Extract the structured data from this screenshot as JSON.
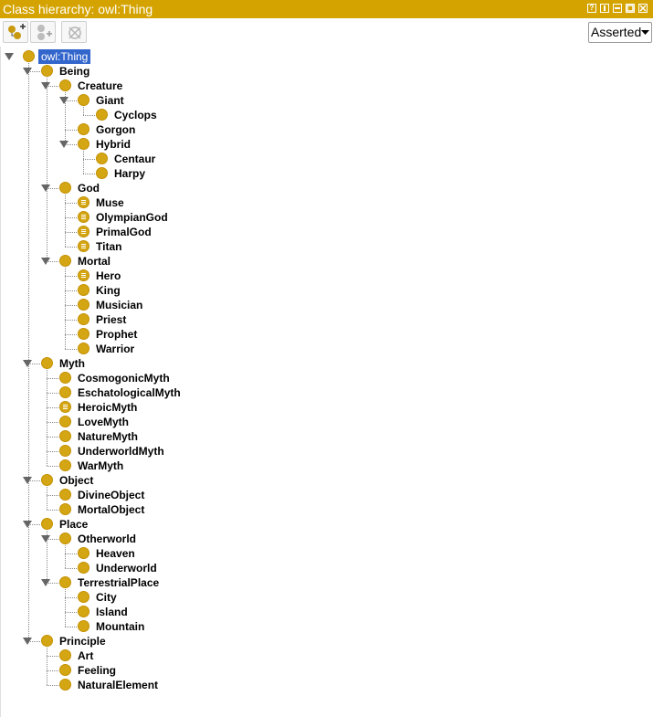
{
  "window": {
    "title": "Class hierarchy: owl:Thing",
    "buttons": [
      "help-icon",
      "split-icon",
      "minimize-icon",
      "maximize-icon",
      "close-icon"
    ]
  },
  "toolbar": {
    "add_subclass_icon": "add-subclass-icon",
    "add_sibling_icon": "add-sibling-class-icon",
    "delete_icon": "delete-class-icon",
    "mode_select": {
      "value": "Asserted"
    }
  },
  "tree": {
    "root": "owl:Thing",
    "nodes": [
      {
        "id": "owl-thing",
        "label": "owl:Thing",
        "depth": 0,
        "expanded": true,
        "selected": true,
        "defined": false
      },
      {
        "id": "being",
        "label": "Being",
        "depth": 1,
        "expanded": true,
        "defined": false
      },
      {
        "id": "creature",
        "label": "Creature",
        "depth": 2,
        "expanded": true,
        "defined": false
      },
      {
        "id": "giant",
        "label": "Giant",
        "depth": 3,
        "expanded": true,
        "defined": false
      },
      {
        "id": "cyclops",
        "label": "Cyclops",
        "depth": 4,
        "defined": false
      },
      {
        "id": "gorgon",
        "label": "Gorgon",
        "depth": 3,
        "defined": false
      },
      {
        "id": "hybrid",
        "label": "Hybrid",
        "depth": 3,
        "expanded": true,
        "defined": false
      },
      {
        "id": "centaur",
        "label": "Centaur",
        "depth": 4,
        "defined": false
      },
      {
        "id": "harpy",
        "label": "Harpy",
        "depth": 4,
        "defined": false
      },
      {
        "id": "god",
        "label": "God",
        "depth": 2,
        "expanded": true,
        "defined": false
      },
      {
        "id": "muse",
        "label": "Muse",
        "depth": 3,
        "defined": true
      },
      {
        "id": "olympiangod",
        "label": "OlympianGod",
        "depth": 3,
        "defined": true
      },
      {
        "id": "primalgod",
        "label": "PrimalGod",
        "depth": 3,
        "defined": true
      },
      {
        "id": "titan",
        "label": "Titan",
        "depth": 3,
        "defined": true
      },
      {
        "id": "mortal",
        "label": "Mortal",
        "depth": 2,
        "expanded": true,
        "defined": false
      },
      {
        "id": "hero",
        "label": "Hero",
        "depth": 3,
        "defined": true
      },
      {
        "id": "king",
        "label": "King",
        "depth": 3,
        "defined": false
      },
      {
        "id": "musician",
        "label": "Musician",
        "depth": 3,
        "defined": false
      },
      {
        "id": "priest",
        "label": "Priest",
        "depth": 3,
        "defined": false
      },
      {
        "id": "prophet",
        "label": "Prophet",
        "depth": 3,
        "defined": false
      },
      {
        "id": "warrior",
        "label": "Warrior",
        "depth": 3,
        "defined": false
      },
      {
        "id": "myth",
        "label": "Myth",
        "depth": 1,
        "expanded": true,
        "defined": false
      },
      {
        "id": "cosmogonicmyth",
        "label": "CosmogonicMyth",
        "depth": 2,
        "defined": false
      },
      {
        "id": "eschatologicalmyth",
        "label": "EschatologicalMyth",
        "depth": 2,
        "defined": false
      },
      {
        "id": "heroicmyth",
        "label": "HeroicMyth",
        "depth": 2,
        "defined": true
      },
      {
        "id": "lovemyth",
        "label": "LoveMyth",
        "depth": 2,
        "defined": false
      },
      {
        "id": "naturemyth",
        "label": "NatureMyth",
        "depth": 2,
        "defined": false
      },
      {
        "id": "underworldmyth",
        "label": "UnderworldMyth",
        "depth": 2,
        "defined": false
      },
      {
        "id": "warmyth",
        "label": "WarMyth",
        "depth": 2,
        "defined": false
      },
      {
        "id": "object",
        "label": "Object",
        "depth": 1,
        "expanded": true,
        "defined": false
      },
      {
        "id": "divineobject",
        "label": "DivineObject",
        "depth": 2,
        "defined": false
      },
      {
        "id": "mortalobject",
        "label": "MortalObject",
        "depth": 2,
        "defined": false
      },
      {
        "id": "place",
        "label": "Place",
        "depth": 1,
        "expanded": true,
        "defined": false
      },
      {
        "id": "otherworld",
        "label": "Otherworld",
        "depth": 2,
        "expanded": true,
        "defined": false
      },
      {
        "id": "heaven",
        "label": "Heaven",
        "depth": 3,
        "defined": false
      },
      {
        "id": "underworld",
        "label": "Underworld",
        "depth": 3,
        "defined": false
      },
      {
        "id": "terrestrialplace",
        "label": "TerrestrialPlace",
        "depth": 2,
        "expanded": true,
        "defined": false
      },
      {
        "id": "city",
        "label": "City",
        "depth": 3,
        "defined": false
      },
      {
        "id": "island",
        "label": "Island",
        "depth": 3,
        "defined": false
      },
      {
        "id": "mountain",
        "label": "Mountain",
        "depth": 3,
        "defined": false
      },
      {
        "id": "principle",
        "label": "Principle",
        "depth": 1,
        "expanded": true,
        "defined": false
      },
      {
        "id": "art",
        "label": "Art",
        "depth": 2,
        "defined": false
      },
      {
        "id": "feeling",
        "label": "Feeling",
        "depth": 2,
        "defined": false
      },
      {
        "id": "naturalelement",
        "label": "NaturalElement",
        "depth": 2,
        "defined": false
      }
    ]
  }
}
